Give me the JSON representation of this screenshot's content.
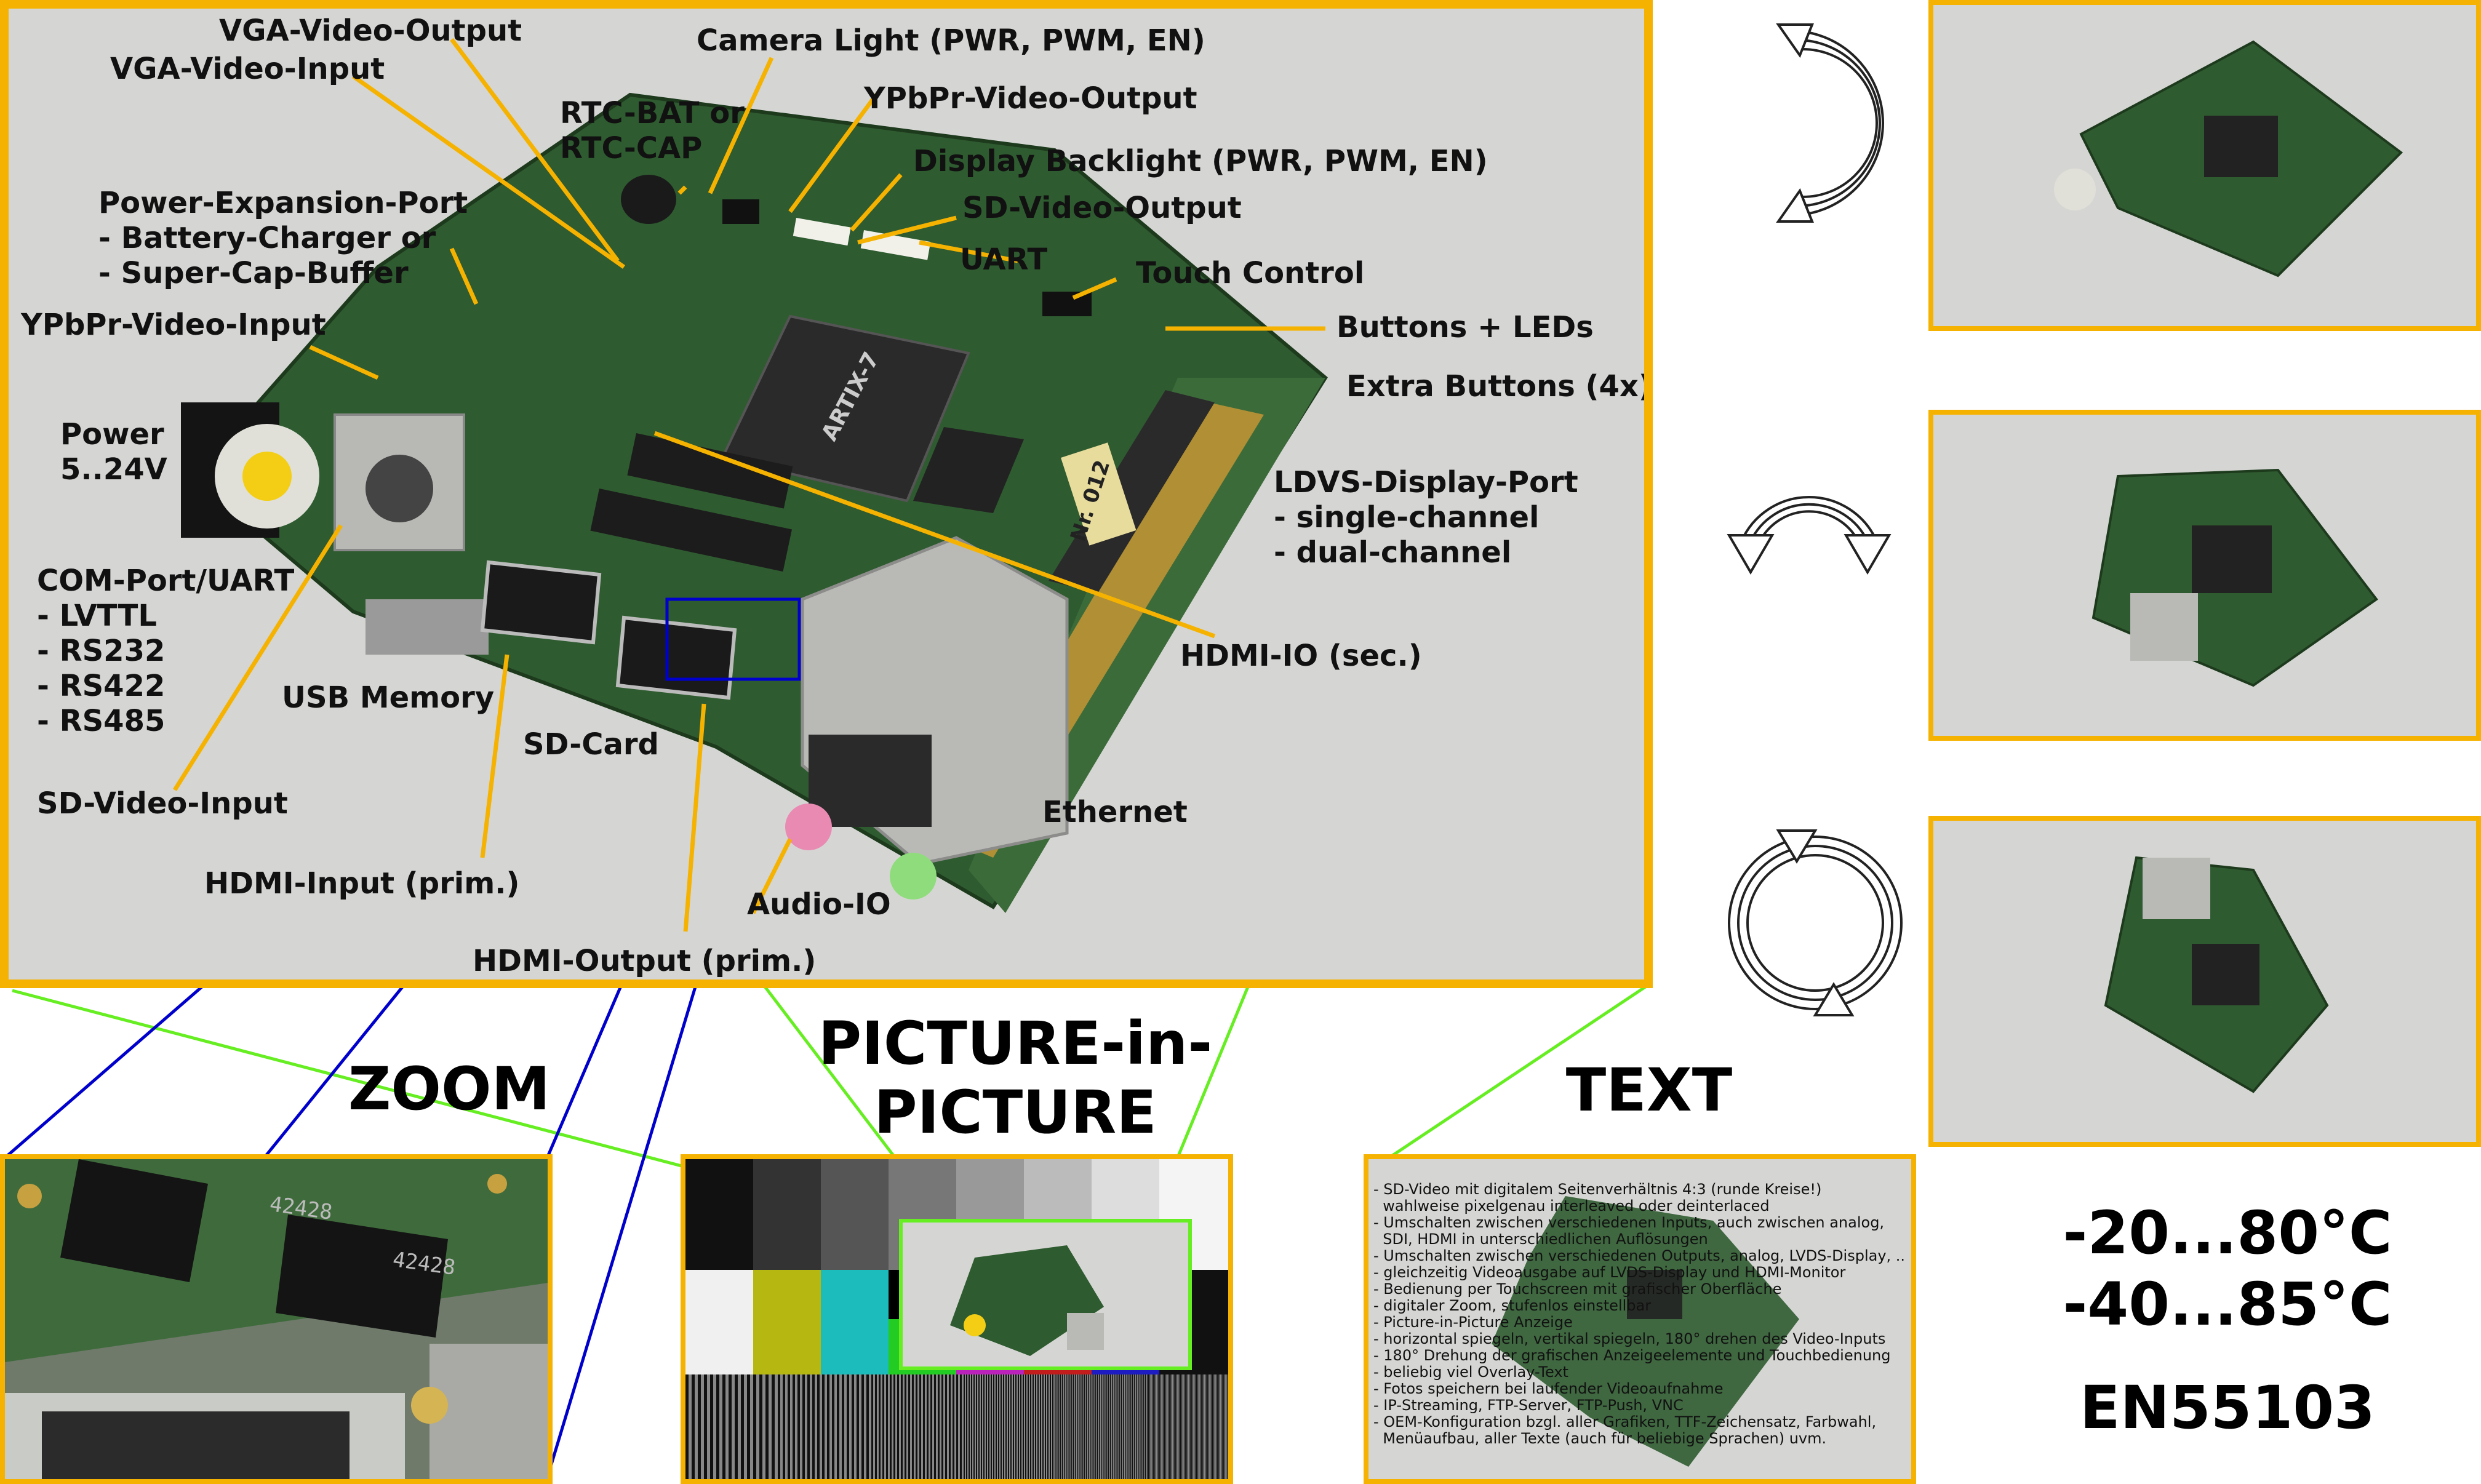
{
  "main_labels": {
    "vga_out": "VGA-Video-Output",
    "vga_in": "VGA-Video-Input",
    "camera_light": "Camera Light (PWR, PWM, EN)",
    "rtc": "RTC-BAT or\nRTC-CAP",
    "ypbpr_out": "YPbPr-Video-Output",
    "power_exp": "Power-Expansion-Port\n- Battery-Charger or\n- Super-Cap-Buffer",
    "display_backlight": "Display Backlight (PWR, PWM, EN)",
    "sd_video_out": "SD-Video-Output",
    "uart": "UART",
    "touch": "Touch Control",
    "ypbpr_in": "YPbPr-Video-Input",
    "buttons_leds": "Buttons + LEDs",
    "extra_buttons": "Extra Buttons (4x)",
    "power": "Power\n5..24V",
    "ldvs": "LDVS-Display-Port\n- single-channel\n- dual-channel",
    "com_port": "COM-Port/UART\n- LVTTL\n- RS232\n- RS422\n- RS485",
    "hdmi_io_sec": "HDMI-IO (sec.)",
    "usb_memory": "USB Memory",
    "sd_card": "SD-Card",
    "sd_video_in": "SD-Video-Input",
    "ethernet": "Ethernet",
    "hdmi_in_prim": "HDMI-Input (prim.)",
    "audio_io": "Audio-IO",
    "hdmi_out_prim": "HDMI-Output (prim.)"
  },
  "board_marks": {
    "chip": "ARTIX-7",
    "sticker": "Nr. 012",
    "zoom_chip_1": "42428",
    "zoom_chip_2": "42428"
  },
  "section_titles": {
    "zoom": "ZOOM",
    "pip": "PICTURE-in-\nPICTURE",
    "text": "TEXT"
  },
  "specs": {
    "temp1": "-20...80°C",
    "temp2": "-40...85°C",
    "emc": "EN55103"
  },
  "text_panel_lines": [
    "- SD-Video mit digitalem Seitenverhältnis 4:3 (runde Kreise!)",
    "  wahlweise pixelgenau interleaved oder deinterlaced",
    "- Umschalten zwischen verschiedenen Inputs, auch zwischen analog,",
    "  SDI, HDMI in unterschiedlichen Auflösungen",
    "- Umschalten zwischen verschiedenen Outputs, analog, LVDS-Display, ..",
    "- gleichzeitig Videoausgabe auf LVDS-Display und HDMI-Monitor",
    "- Bedienung per Touchscreen mit grafischer Oberfläche",
    "- digitaler Zoom, stufenlos einstellbar",
    "- Picture-in-Picture Anzeige",
    "- horizontal spiegeln, vertikal spiegeln, 180° drehen des Video-Inputs",
    "- 180° Drehung der grafischen Anzeigeelemente und Touchbedienung",
    "- beliebig viel Overlay-Text",
    "- Fotos speichern bei laufender Videoaufnahme",
    "- IP-Streaming, FTP-Server, FTP-Push, VNC",
    "- OEM-Konfiguration bzgl. aller Grafiken, TTF-Zeichensatz, Farbwahl,",
    "  Menüaufbau, aller Texte (auch für beliebige Sprachen) uvm."
  ],
  "colors": {
    "accent_orange": "#f5b200",
    "panel_gray": "#d5d6d3",
    "zoom_line_blue": "#0000cc",
    "pip_line_green": "#66ee22"
  },
  "icons": {
    "rotate_1": "rotate-cw-arc-icon",
    "rotate_2": "flip-vertical-arcs-icon",
    "rotate_3": "rotate-circle-icon"
  }
}
